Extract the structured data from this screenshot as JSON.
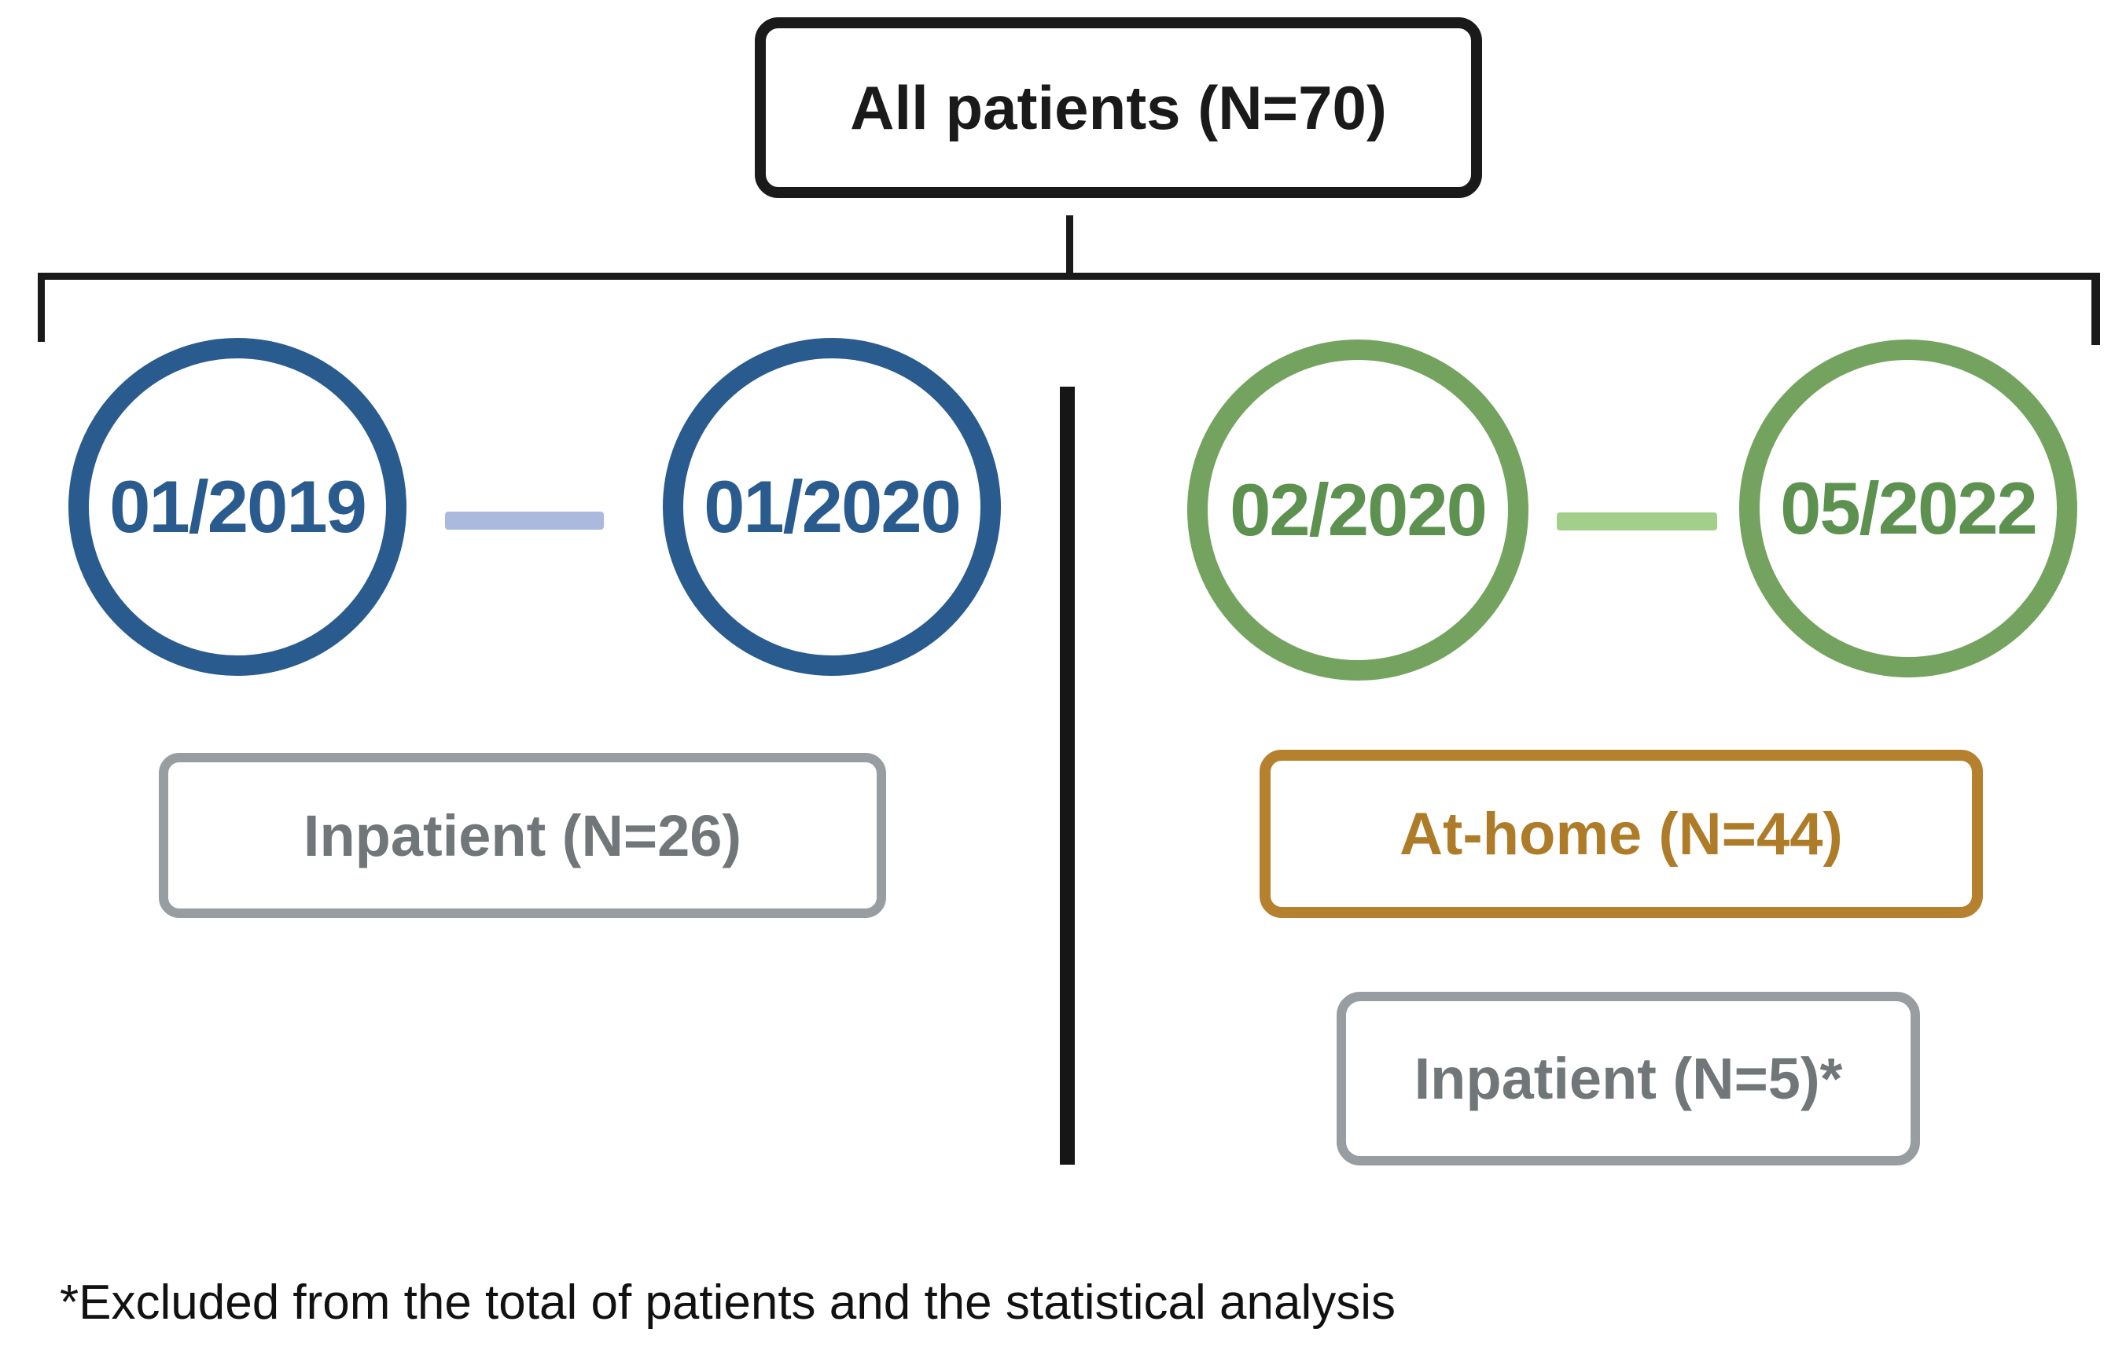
{
  "diagram": {
    "root_label": "All patients (N=70)",
    "left_branch": {
      "start_date": "01/2019",
      "end_date": "01/2020",
      "group_label": "Inpatient (N=26)"
    },
    "right_branch": {
      "start_date": "02/2020",
      "end_date": "05/2022",
      "group_label": "At-home (N=44)",
      "sub_group_label": "Inpatient (N=5)*"
    },
    "footnote": "*Excluded from the total of patients and the statistical analysis"
  },
  "colors": {
    "black_line": "#1a1a1a",
    "blue": "#2a5b8e",
    "light_blue_connector": "#aab9dd",
    "green_ring": "#74a35f",
    "green_text": "#5d9150",
    "light_green_connector": "#a3cf8a",
    "gold": "#b5812e",
    "gold_text": "#ae7c29",
    "gray_border": "#989da1",
    "gray_text": "#717679"
  }
}
